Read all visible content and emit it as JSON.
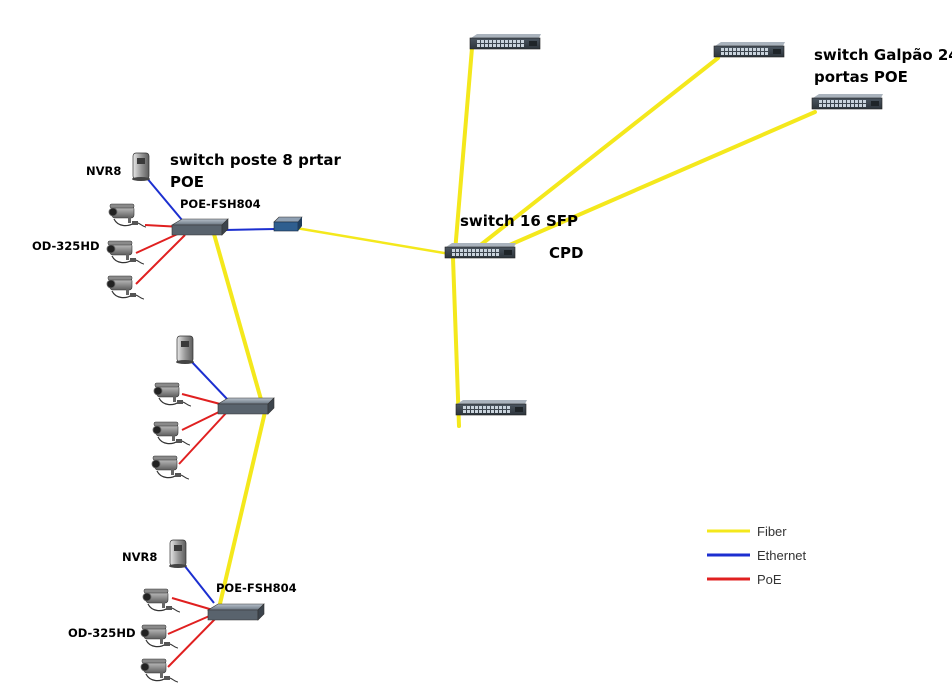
{
  "labels": {
    "switch_poste_line1": "switch poste 8 prtar",
    "switch_poste_line2": "POE",
    "nvr_top": "NVR8",
    "poe_model_top": "POE-FSH804",
    "camera_model_top": "OD-325HD",
    "switch_16_sfp": "switch 16 SFP",
    "cpd": "CPD",
    "switch_galpao_line1": "switch Galpão 24",
    "switch_galpao_line2": "portas POE",
    "nvr_bottom": "NVR8",
    "poe_model_bottom": "POE-FSH804",
    "camera_model_bottom": "OD-325HD"
  },
  "legend": {
    "items": [
      {
        "label": "Fiber",
        "color": "#f4e81c"
      },
      {
        "label": "Ethernet",
        "color": "#1c2fd0"
      },
      {
        "label": "PoE",
        "color": "#e02020"
      }
    ]
  },
  "colors": {
    "fiber": "#f4e81c",
    "ethernet": "#1c2fd0",
    "poe": "#e02020"
  },
  "icons": {
    "switch": "network-switch-icon",
    "camera": "cctv-camera-icon",
    "nvr": "nvr-recorder-icon",
    "converter": "media-converter-icon"
  }
}
